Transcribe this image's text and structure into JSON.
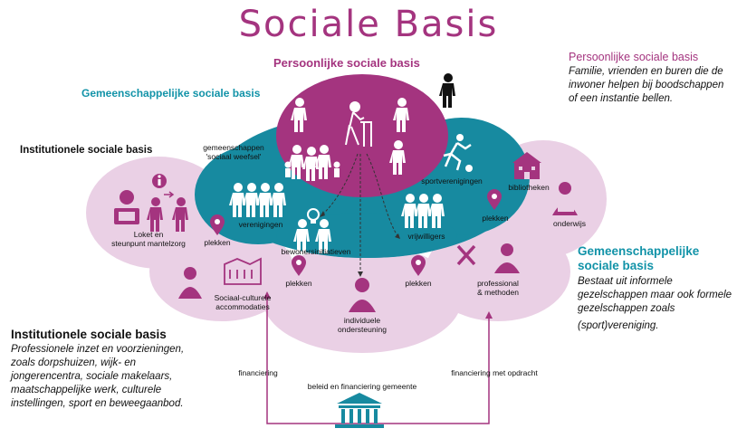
{
  "title": "Sociale Basis",
  "headings": {
    "persoonlijk_top": "Persoonlijke sociale basis",
    "gemeenschappelijk_top": "Gemeenschappelijke sociale basis",
    "institutioneel_top": "Institutionele sociale basis"
  },
  "right_panel": {
    "persoonlijk": {
      "title": "Persoonlijke sociale basis",
      "text_lines": [
        "Familie, vrienden en buren die de",
        "inwoner helpen bij boodschappen",
        "of een instantie bellen."
      ]
    },
    "gemeenschappelijk": {
      "title_lines": [
        "Gemeenschappelijke",
        "sociale basis"
      ],
      "text_lines": [
        "Bestaat uit informele",
        "gezelschappen maar ook formele",
        "gezelschappen zoals",
        "(sport)vereniging."
      ]
    }
  },
  "left_panel": {
    "institutioneel": {
      "title": "Institutionele sociale basis",
      "text_lines": [
        "Professionele inzet en voorzieningen,",
        "zoals dorpshuizen, wijk- en",
        "jongerencentra, sociale makelaars,",
        "maatschappelijke werk, culturele",
        "instellingen, sport en beweegaanbod."
      ]
    }
  },
  "labels": {
    "gemeenschappen": [
      "gemeenschappen",
      "'sociaal weefsel'"
    ],
    "sportverenigingen": "sportverenigingen",
    "verenigingen": "verenigingen",
    "bewonersinitiatieven": "bewonersinitiatieven",
    "vrijwilligers": "vrijwilligers",
    "bibliotheken": "bibliotheken",
    "onderwijs": "onderwijs",
    "plekken": "plekken",
    "loket": [
      "Loket en",
      "steunpunt mantelzorg"
    ],
    "sociaal_cultureel": [
      "Sociaal-culturele",
      "accommodaties"
    ],
    "individuele": [
      "individuele",
      "ondersteuning"
    ],
    "professional": [
      "professional",
      "& methoden"
    ],
    "financiering": "financiering",
    "financiering_opdracht": "financiering met opdracht",
    "beleid": "beleid en financiering gemeente"
  },
  "colors": {
    "purple": "#a4347f",
    "teal": "#178aa0",
    "pink": "#ead0e5",
    "pink_dark": "#d9a9cf"
  },
  "icons": [
    "person-icon",
    "elderly-walker-icon",
    "family-icon",
    "runner-icon",
    "info-icon",
    "computer-worker-icon",
    "pin-icon",
    "building-icon",
    "bank-icon",
    "tools-icon",
    "professional-icon",
    "teacher-icon",
    "bulb-icon"
  ]
}
